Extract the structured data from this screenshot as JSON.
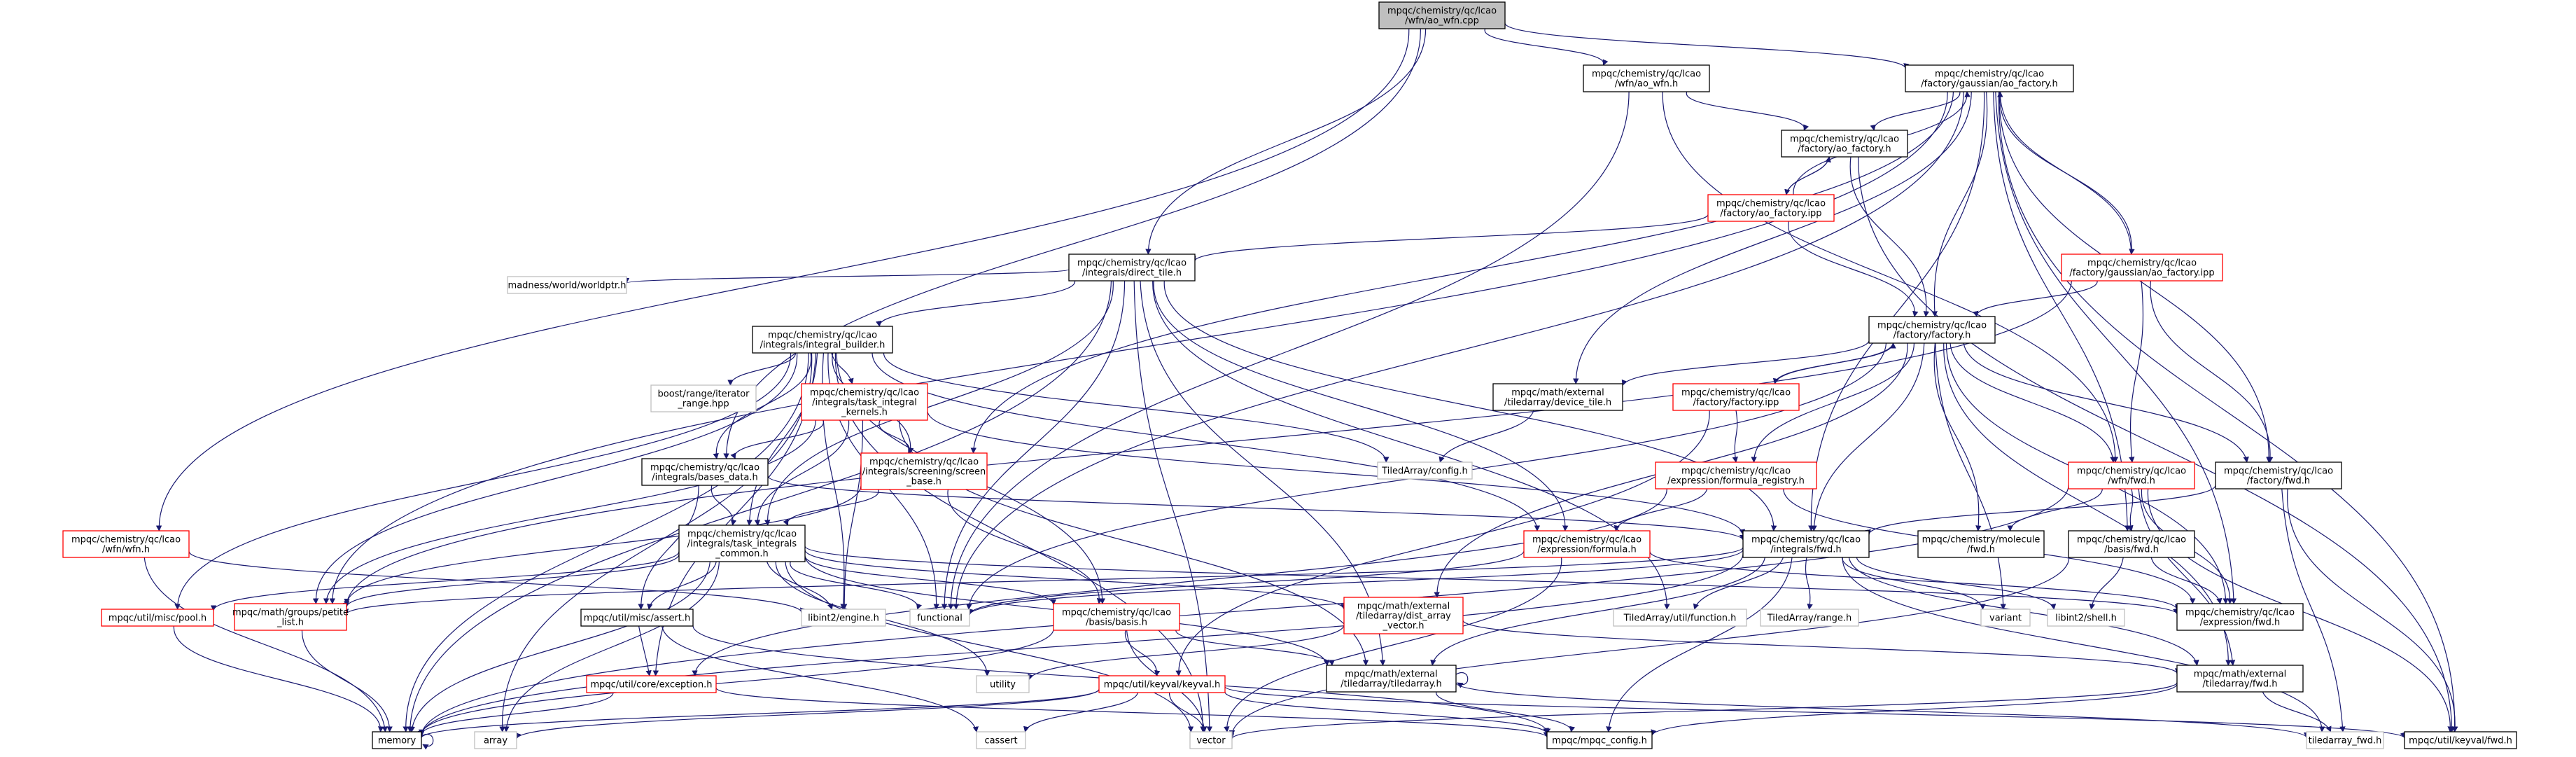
{
  "diagram": {
    "kind": "include-dependency-graph",
    "colors": {
      "edge": "#191970",
      "root_fill": "#bfbfbf",
      "root_border": "#000000",
      "documented_border": "#000000",
      "undocumented_border": "#ff0000",
      "external_border": "#bfbfbf",
      "node_fill": "#ffffff"
    },
    "nodes": [
      {
        "id": "root",
        "style": "root",
        "lines": [
          "mpqc/chemistry/qc/lcao",
          "/wfn/ao_wfn.cpp"
        ]
      },
      {
        "id": "ao_wfn_h",
        "style": "doc",
        "lines": [
          "mpqc/chemistry/qc/lcao",
          "/wfn/ao_wfn.h"
        ]
      },
      {
        "id": "gauss_ao_factory_h",
        "style": "doc",
        "lines": [
          "mpqc/chemistry/qc/lcao",
          "/factory/gaussian/ao_factory.h"
        ]
      },
      {
        "id": "ao_factory_h",
        "style": "doc",
        "lines": [
          "mpqc/chemistry/qc/lcao",
          "/factory/ao_factory.h"
        ]
      },
      {
        "id": "ao_factory_ipp",
        "style": "undoc",
        "lines": [
          "mpqc/chemistry/qc/lcao",
          "/factory/ao_factory.ipp"
        ]
      },
      {
        "id": "gauss_ao_factory_ipp",
        "style": "undoc",
        "lines": [
          "mpqc/chemistry/qc/lcao",
          "/factory/gaussian/ao_factory.ipp"
        ]
      },
      {
        "id": "direct_tile",
        "style": "doc",
        "lines": [
          "mpqc/chemistry/qc/lcao",
          "/integrals/direct_tile.h"
        ]
      },
      {
        "id": "madness_worldptr",
        "style": "ext",
        "lines": [
          "madness/world/worldptr.h"
        ]
      },
      {
        "id": "integral_builder",
        "style": "doc",
        "lines": [
          "mpqc/chemistry/qc/lcao",
          "/integrals/integral_builder.h"
        ]
      },
      {
        "id": "boost_range",
        "style": "ext",
        "lines": [
          "boost/range/iterator",
          "_range.hpp"
        ]
      },
      {
        "id": "task_integral_kernels",
        "style": "undoc",
        "lines": [
          "mpqc/chemistry/qc/lcao",
          "/integrals/task_integral",
          "_kernels.h"
        ]
      },
      {
        "id": "factory_h",
        "style": "doc",
        "lines": [
          "mpqc/chemistry/qc/lcao",
          "/factory/factory.h"
        ]
      },
      {
        "id": "device_tile",
        "style": "doc",
        "lines": [
          "mpqc/math/external",
          "/tiledarray/device_tile.h"
        ]
      },
      {
        "id": "factory_ipp",
        "style": "undoc",
        "lines": [
          "mpqc/chemistry/qc/lcao",
          "/factory/factory.ipp"
        ]
      },
      {
        "id": "ta_config",
        "style": "ext",
        "lines": [
          "TiledArray/config.h"
        ]
      },
      {
        "id": "formula_registry",
        "style": "undoc",
        "lines": [
          "mpqc/chemistry/qc/lcao",
          "/expression/formula_registry.h"
        ]
      },
      {
        "id": "wfn_fwd",
        "style": "undoc",
        "lines": [
          "mpqc/chemistry/qc/lcao",
          "/wfn/fwd.h"
        ]
      },
      {
        "id": "factory_fwd",
        "style": "doc",
        "lines": [
          "mpqc/chemistry/qc/lcao",
          "/factory/fwd.h"
        ]
      },
      {
        "id": "bases_data",
        "style": "doc",
        "lines": [
          "mpqc/chemistry/qc/lcao",
          "/integrals/bases_data.h"
        ]
      },
      {
        "id": "screen_base",
        "style": "undoc",
        "lines": [
          "mpqc/chemistry/qc/lcao",
          "/integrals/screening/screen",
          "_base.h"
        ]
      },
      {
        "id": "task_integrals_common",
        "style": "doc",
        "lines": [
          "mpqc/chemistry/qc/lcao",
          "/integrals/task_integrals",
          "_common.h"
        ]
      },
      {
        "id": "formula_h",
        "style": "undoc",
        "lines": [
          "mpqc/chemistry/qc/lcao",
          "/expression/formula.h"
        ]
      },
      {
        "id": "integrals_fwd",
        "style": "doc",
        "lines": [
          "mpqc/chemistry/qc/lcao",
          "/integrals/fwd.h"
        ]
      },
      {
        "id": "molecule_fwd",
        "style": "doc",
        "lines": [
          "mpqc/chemistry/molecule",
          "/fwd.h"
        ]
      },
      {
        "id": "basis_fwd",
        "style": "doc",
        "lines": [
          "mpqc/chemistry/qc/lcao",
          "/basis/fwd.h"
        ]
      },
      {
        "id": "wfn_wfn",
        "style": "undoc",
        "lines": [
          "mpqc/chemistry/qc/lcao",
          "/wfn/wfn.h"
        ]
      },
      {
        "id": "pool_h",
        "style": "undoc",
        "lines": [
          "mpqc/util/misc/pool.h"
        ]
      },
      {
        "id": "petite_list",
        "style": "undoc",
        "lines": [
          "mpqc/math/groups/petite",
          "_list.h"
        ]
      },
      {
        "id": "libint_engine",
        "style": "ext",
        "lines": [
          "libint2/engine.h"
        ]
      },
      {
        "id": "functional",
        "style": "ext",
        "lines": [
          "functional"
        ]
      },
      {
        "id": "assert_h",
        "style": "doc",
        "lines": [
          "mpqc/util/misc/assert.h"
        ]
      },
      {
        "id": "basis_h",
        "style": "undoc",
        "lines": [
          "mpqc/chemistry/qc/lcao",
          "/basis/basis.h"
        ]
      },
      {
        "id": "dist_array_vector",
        "style": "undoc",
        "lines": [
          "mpqc/math/external",
          "/tiledarray/dist_array",
          "_vector.h"
        ]
      },
      {
        "id": "ta_function",
        "style": "ext",
        "lines": [
          "TiledArray/util/function.h"
        ]
      },
      {
        "id": "ta_range",
        "style": "ext",
        "lines": [
          "TiledArray/range.h"
        ]
      },
      {
        "id": "variant",
        "style": "ext",
        "lines": [
          "variant"
        ]
      },
      {
        "id": "libint_shell",
        "style": "ext",
        "lines": [
          "libint2/shell.h"
        ]
      },
      {
        "id": "expression_fwd",
        "style": "doc",
        "lines": [
          "mpqc/chemistry/qc/lcao",
          "/expression/fwd.h"
        ]
      },
      {
        "id": "exception_h",
        "style": "undoc",
        "lines": [
          "mpqc/util/core/exception.h"
        ]
      },
      {
        "id": "utility",
        "style": "ext",
        "lines": [
          "utility"
        ]
      },
      {
        "id": "keyval_h",
        "style": "undoc",
        "lines": [
          "mpqc/util/keyval/keyval.h"
        ]
      },
      {
        "id": "tiledarray_h",
        "style": "doc",
        "lines": [
          "mpqc/math/external",
          "/tiledarray/tiledarray.h"
        ]
      },
      {
        "id": "tiledarray_fwd_mpqc",
        "style": "doc",
        "lines": [
          "mpqc/math/external",
          "/tiledarray/fwd.h"
        ]
      },
      {
        "id": "memory",
        "style": "doc",
        "lines": [
          "memory"
        ]
      },
      {
        "id": "array",
        "style": "ext",
        "lines": [
          "array"
        ]
      },
      {
        "id": "cassert",
        "style": "ext",
        "lines": [
          "cassert"
        ]
      },
      {
        "id": "vector",
        "style": "ext",
        "lines": [
          "vector"
        ]
      },
      {
        "id": "mpqc_config",
        "style": "doc",
        "lines": [
          "mpqc/mpqc_config.h"
        ]
      },
      {
        "id": "tiledarray_fwd",
        "style": "ext",
        "lines": [
          "tiledarray_fwd.h"
        ]
      },
      {
        "id": "keyval_fwd",
        "style": "doc",
        "lines": [
          "mpqc/util/keyval/fwd.h"
        ]
      }
    ],
    "edges": [
      [
        "root",
        "ao_wfn_h"
      ],
      [
        "root",
        "gauss_ao_factory_h"
      ],
      [
        "root",
        "direct_tile"
      ],
      [
        "root",
        "bases_data"
      ],
      [
        "root",
        "wfn_wfn"
      ],
      [
        "ao_wfn_h",
        "ao_factory_h"
      ],
      [
        "ao_wfn_h",
        "wfn_fwd"
      ],
      [
        "ao_wfn_h",
        "functional"
      ],
      [
        "gauss_ao_factory_h",
        "ao_factory_h"
      ],
      [
        "gauss_ao_factory_h",
        "factory_h"
      ],
      [
        "gauss_ao_factory_h",
        "gauss_ao_factory_ipp"
      ],
      [
        "gauss_ao_factory_h",
        "factory_fwd"
      ],
      [
        "gauss_ao_factory_h",
        "device_tile"
      ],
      [
        "gauss_ao_factory_h",
        "integrals_fwd"
      ],
      [
        "gauss_ao_factory_h",
        "expression_fwd"
      ],
      [
        "gauss_ao_factory_h",
        "keyval_fwd"
      ],
      [
        "gauss_ao_factory_h",
        "screen_base"
      ],
      [
        "gauss_ao_factory_h",
        "functional"
      ],
      [
        "gauss_ao_factory_h",
        "basis_fwd"
      ],
      [
        "gauss_ao_factory_h",
        "petite_list"
      ],
      [
        "ao_factory_h",
        "factory_h"
      ],
      [
        "ao_factory_h",
        "ao_factory_ipp"
      ],
      [
        "ao_factory_h",
        "keyval_fwd"
      ],
      [
        "ao_factory_ipp",
        "ao_factory_h"
      ],
      [
        "ao_factory_ipp",
        "direct_tile"
      ],
      [
        "ao_factory_ipp",
        "factory_h"
      ],
      [
        "ao_factory_ipp",
        "gauss_ao_factory_h"
      ],
      [
        "gauss_ao_factory_ipp",
        "gauss_ao_factory_h"
      ],
      [
        "gauss_ao_factory_ipp",
        "factory_h"
      ],
      [
        "gauss_ao_factory_ipp",
        "wfn_fwd"
      ],
      [
        "gauss_ao_factory_ipp",
        "factory_fwd"
      ],
      [
        "gauss_ao_factory_ipp",
        "petite_list"
      ],
      [
        "direct_tile",
        "madness_worldptr"
      ],
      [
        "direct_tile",
        "integral_builder"
      ],
      [
        "direct_tile",
        "task_integrals_common"
      ],
      [
        "direct_tile",
        "integrals_fwd"
      ],
      [
        "direct_tile",
        "memory"
      ],
      [
        "direct_tile",
        "functional"
      ],
      [
        "direct_tile",
        "vector"
      ],
      [
        "direct_tile",
        "tiledarray_h"
      ],
      [
        "direct_tile",
        "formula_h"
      ],
      [
        "direct_tile",
        "ta_function"
      ],
      [
        "integral_builder",
        "boost_range"
      ],
      [
        "integral_builder",
        "task_integral_kernels"
      ],
      [
        "integral_builder",
        "bases_data"
      ],
      [
        "integral_builder",
        "screen_base"
      ],
      [
        "integral_builder",
        "task_integrals_common"
      ],
      [
        "integral_builder",
        "ta_config"
      ],
      [
        "integral_builder",
        "pool_h"
      ],
      [
        "integral_builder",
        "petite_list"
      ],
      [
        "integral_builder",
        "libint_engine"
      ],
      [
        "integral_builder",
        "functional"
      ],
      [
        "integral_builder",
        "basis_h"
      ],
      [
        "integral_builder",
        "memory"
      ],
      [
        "integral_builder",
        "array"
      ],
      [
        "integral_builder",
        "exception_h"
      ],
      [
        "integral_builder",
        "vector"
      ],
      [
        "integral_builder",
        "formula_h"
      ],
      [
        "task_integral_kernels",
        "task_integrals_common"
      ],
      [
        "task_integral_kernels",
        "bases_data"
      ],
      [
        "task_integral_kernels",
        "screen_base"
      ],
      [
        "task_integral_kernels",
        "petite_list"
      ],
      [
        "task_integral_kernels",
        "libint_engine"
      ],
      [
        "task_integral_kernels",
        "tiledarray_h"
      ],
      [
        "task_integral_kernels",
        "integrals_fwd"
      ],
      [
        "factory_h",
        "device_tile"
      ],
      [
        "factory_h",
        "factory_ipp"
      ],
      [
        "factory_h",
        "formula_registry"
      ],
      [
        "factory_h",
        "wfn_fwd"
      ],
      [
        "factory_h",
        "factory_fwd"
      ],
      [
        "factory_h",
        "molecule_fwd"
      ],
      [
        "factory_h",
        "integrals_fwd"
      ],
      [
        "factory_h",
        "expression_fwd"
      ],
      [
        "factory_h",
        "variant"
      ],
      [
        "factory_h",
        "dist_array_vector"
      ],
      [
        "factory_h",
        "functional"
      ],
      [
        "factory_h",
        "tiledarray_fwd_mpqc"
      ],
      [
        "factory_ipp",
        "factory_h"
      ],
      [
        "factory_ipp",
        "formula_registry"
      ],
      [
        "factory_ipp",
        "keyval_h"
      ],
      [
        "device_tile",
        "ta_config"
      ],
      [
        "formula_registry",
        "formula_h"
      ],
      [
        "formula_registry",
        "expression_fwd"
      ],
      [
        "formula_registry",
        "exception_h"
      ],
      [
        "formula_h",
        "vector"
      ],
      [
        "formula_h",
        "functional"
      ],
      [
        "formula_h",
        "expression_fwd"
      ],
      [
        "wfn_fwd",
        "molecule_fwd"
      ],
      [
        "wfn_fwd",
        "basis_fwd"
      ],
      [
        "wfn_fwd",
        "tiledarray_fwd_mpqc"
      ],
      [
        "wfn_fwd",
        "keyval_fwd"
      ],
      [
        "wfn_fwd",
        "expression_fwd"
      ],
      [
        "wfn_fwd",
        "memory"
      ],
      [
        "factory_fwd",
        "integrals_fwd"
      ],
      [
        "factory_fwd",
        "tiledarray_fwd"
      ],
      [
        "factory_fwd",
        "keyval_fwd"
      ],
      [
        "bases_data",
        "task_integrals_common"
      ],
      [
        "bases_data",
        "assert_h"
      ],
      [
        "bases_data",
        "integrals_fwd"
      ],
      [
        "screen_base",
        "task_integrals_common"
      ],
      [
        "screen_base",
        "basis_h"
      ],
      [
        "screen_base",
        "petite_list"
      ],
      [
        "task_integrals_common",
        "pool_h"
      ],
      [
        "task_integrals_common",
        "petite_list"
      ],
      [
        "task_integrals_common",
        "libint_engine"
      ],
      [
        "task_integrals_common",
        "functional"
      ],
      [
        "task_integrals_common",
        "assert_h"
      ],
      [
        "task_integrals_common",
        "basis_h"
      ],
      [
        "task_integrals_common",
        "dist_array_vector"
      ],
      [
        "task_integrals_common",
        "tiledarray_h"
      ],
      [
        "task_integrals_common",
        "memory"
      ],
      [
        "task_integrals_common",
        "array"
      ],
      [
        "task_integrals_common",
        "utility"
      ],
      [
        "task_integrals_common",
        "vector"
      ],
      [
        "task_integrals_common",
        "expression_fwd"
      ],
      [
        "integrals_fwd",
        "ta_function"
      ],
      [
        "integrals_fwd",
        "ta_range"
      ],
      [
        "integrals_fwd",
        "variant"
      ],
      [
        "integrals_fwd",
        "libint_shell"
      ],
      [
        "integrals_fwd",
        "tiledarray_fwd_mpqc"
      ],
      [
        "integrals_fwd",
        "mpqc_config"
      ],
      [
        "integrals_fwd",
        "tiledarray_fwd"
      ],
      [
        "integrals_fwd",
        "functional"
      ],
      [
        "integrals_fwd",
        "petite_list"
      ],
      [
        "integrals_fwd",
        "memory"
      ],
      [
        "integrals_fwd",
        "tiledarray_h"
      ],
      [
        "basis_fwd",
        "libint_shell"
      ],
      [
        "basis_fwd",
        "vector"
      ],
      [
        "basis_fwd",
        "expression_fwd"
      ],
      [
        "wfn_wfn",
        "memory"
      ],
      [
        "wfn_wfn",
        "libint_engine"
      ],
      [
        "pool_h",
        "memory"
      ],
      [
        "petite_list",
        "memory"
      ],
      [
        "assert_h",
        "exception_h"
      ],
      [
        "assert_h",
        "cassert"
      ],
      [
        "assert_h",
        "mpqc_config"
      ],
      [
        "basis_h",
        "keyval_h"
      ],
      [
        "basis_h",
        "tiledarray_h"
      ],
      [
        "basis_h",
        "vector"
      ],
      [
        "basis_h",
        "memory"
      ],
      [
        "dist_array_vector",
        "utility"
      ],
      [
        "dist_array_vector",
        "tiledarray_fwd_mpqc"
      ],
      [
        "exception_h",
        "memory"
      ],
      [
        "exception_h",
        "mpqc_config"
      ],
      [
        "keyval_h",
        "memory"
      ],
      [
        "keyval_h",
        "array"
      ],
      [
        "keyval_h",
        "cassert"
      ],
      [
        "keyval_h",
        "vector"
      ],
      [
        "keyval_h",
        "mpqc_config"
      ],
      [
        "keyval_h",
        "keyval_fwd"
      ],
      [
        "tiledarray_h",
        "tiledarray_h"
      ],
      [
        "tiledarray_h",
        "mpqc_config"
      ],
      [
        "tiledarray_h",
        "tiledarray_fwd"
      ],
      [
        "tiledarray_fwd_mpqc",
        "vector"
      ],
      [
        "tiledarray_fwd_mpqc",
        "tiledarray_fwd"
      ],
      [
        "tiledarray_fwd_mpqc",
        "mpqc_config"
      ],
      [
        "memory",
        "memory"
      ]
    ]
  }
}
